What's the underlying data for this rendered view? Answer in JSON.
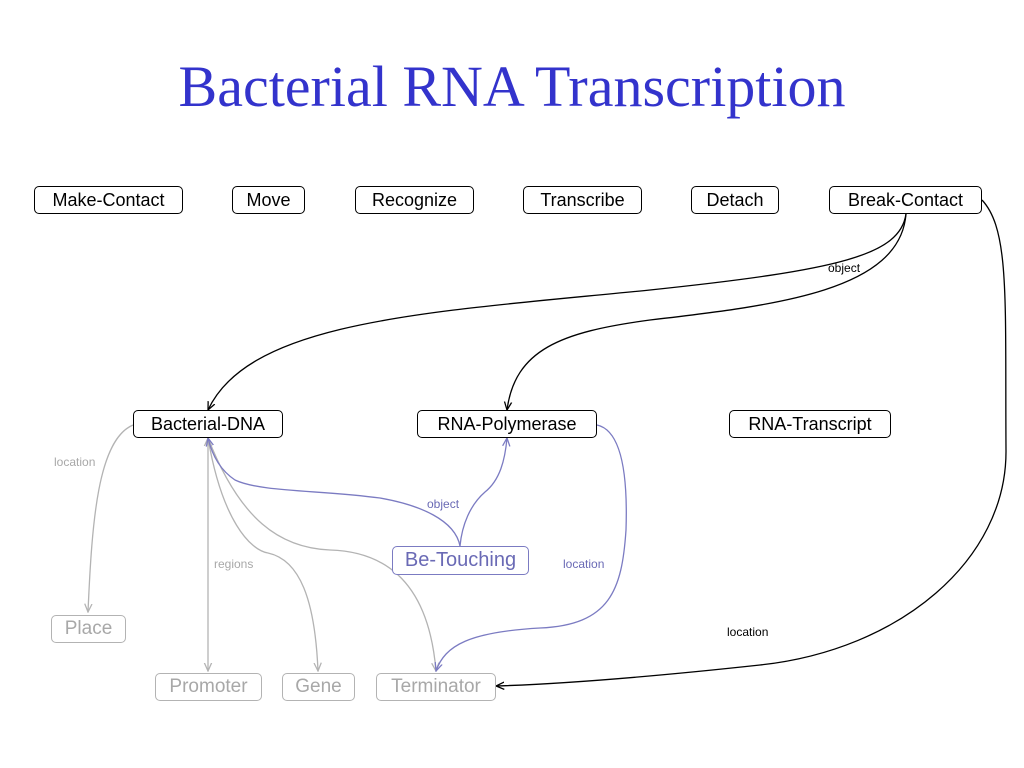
{
  "title": "Bacterial RNA Transcription",
  "colors": {
    "title": "#3333cc",
    "black": "#000000",
    "blue": "#6a6ab5",
    "gray": "#a8a8a8"
  },
  "nodes": {
    "make_contact": "Make-Contact",
    "move": "Move",
    "recognize": "Recognize",
    "transcribe": "Transcribe",
    "detach": "Detach",
    "break_contact": "Break-Contact",
    "bacterial_dna": "Bacterial-DNA",
    "rna_polymerase": "RNA-Polymerase",
    "rna_transcript": "RNA-Transcript",
    "be_touching": "Be-Touching",
    "place": "Place",
    "promoter": "Promoter",
    "gene": "Gene",
    "terminator": "Terminator"
  },
  "edge_labels": {
    "break_contact_object": "object",
    "break_contact_location": "location",
    "be_touching_object": "object",
    "be_touching_location": "location",
    "dna_location": "location",
    "dna_regions": "regions"
  }
}
